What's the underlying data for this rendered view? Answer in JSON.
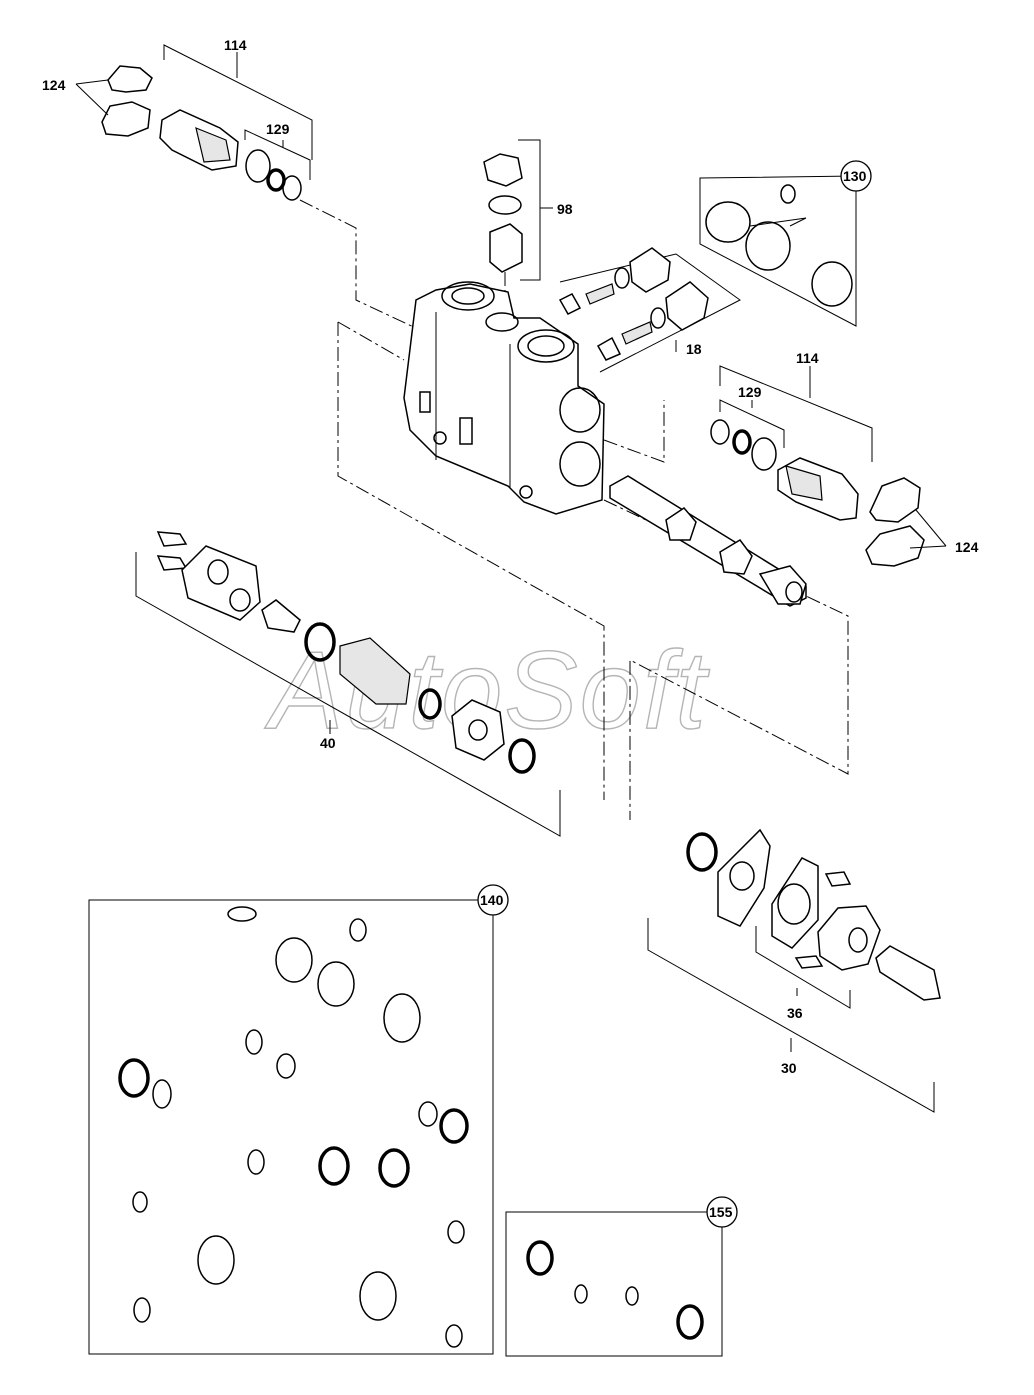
{
  "watermark": "AutoSoft",
  "callouts": {
    "c114a": "114",
    "c124a": "124",
    "c129a": "129",
    "c98": "98",
    "c130": "130",
    "c18": "18",
    "c114b": "114",
    "c129b": "129",
    "c124b": "124",
    "c40": "40",
    "c140": "140",
    "c36": "36",
    "c30": "30",
    "c155": "155"
  }
}
